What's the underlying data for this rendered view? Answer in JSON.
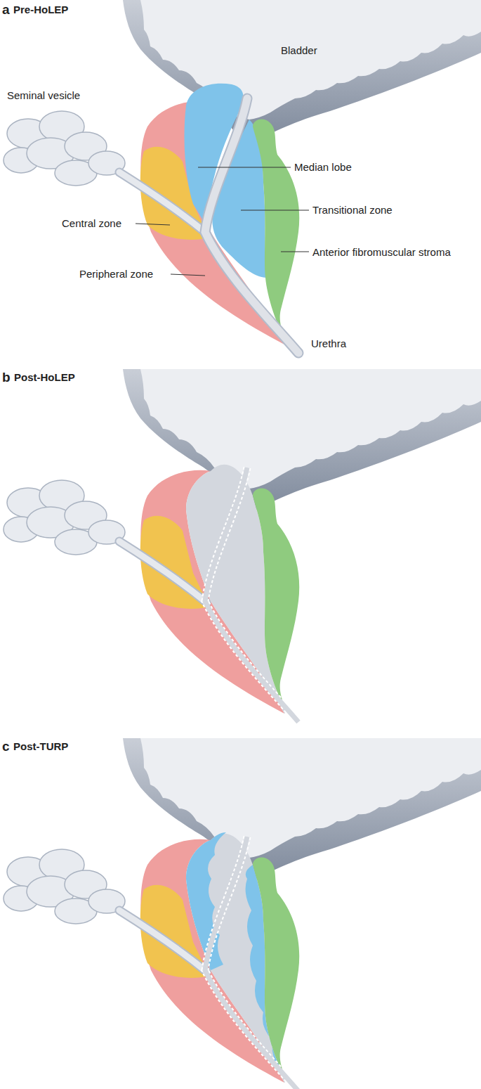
{
  "diagram": {
    "labels": [
      "a",
      "Pre-HoLEP",
      "Bladder",
      "Seminal vesicle",
      "Median lobe",
      "Transitional zone",
      "Anterior fibromuscular stroma",
      "Central zone",
      "Peripheral zone",
      "Urethra",
      "b",
      "Post-HoLEP",
      "c",
      "Post-TURP"
    ]
  }
}
